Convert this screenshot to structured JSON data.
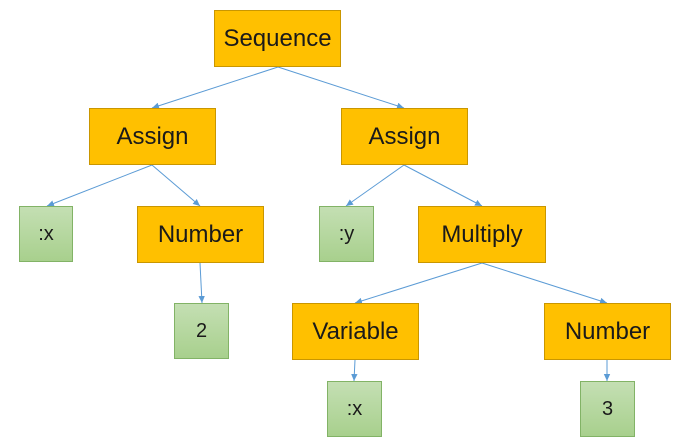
{
  "colors": {
    "operator_fill": "#ffc000",
    "leaf_fill": "#a8d08d",
    "edge": "#5b9bd5"
  },
  "nodes": {
    "sequence": "Sequence",
    "assign_1": "Assign",
    "assign_2": "Assign",
    "symbol_x_1": ":x",
    "number_1": "Number",
    "value_2": "2",
    "symbol_y": ":y",
    "multiply": "Multiply",
    "variable": "Variable",
    "number_2": "Number",
    "symbol_x_2": ":x",
    "value_3": "3"
  }
}
